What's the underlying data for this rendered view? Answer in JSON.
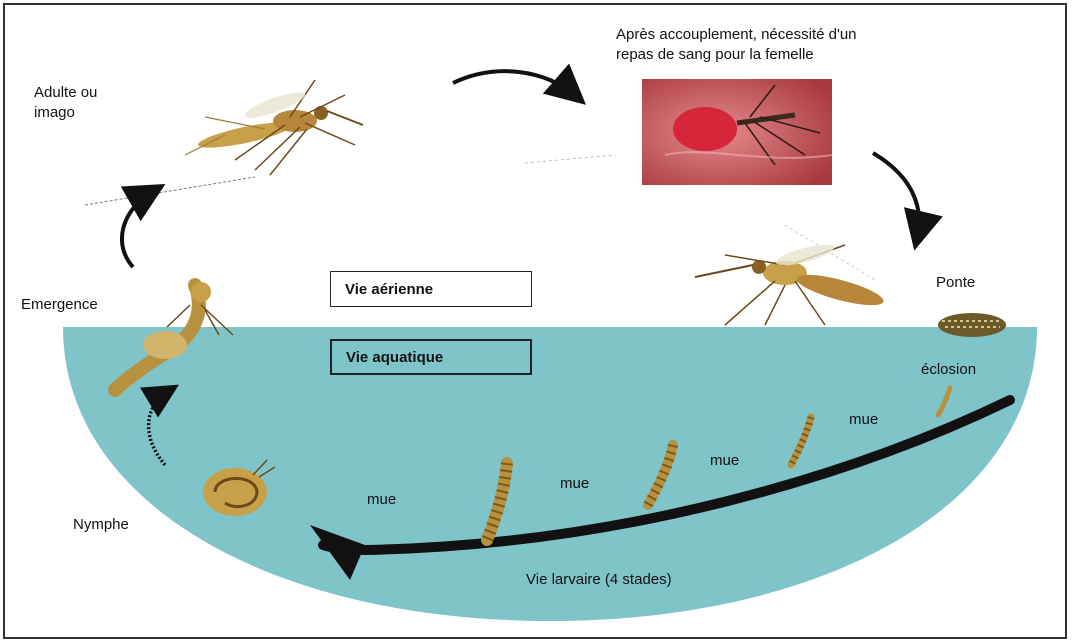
{
  "labels": {
    "adulte": "Adulte ou\nimago",
    "repas": "Après accouplement, nécessité d'un\nrepas de sang pour la femelle",
    "ponte": "Ponte",
    "eclosion": "éclosion",
    "mue": "mue",
    "vie_larvaire": "Vie larvaire (4 stades)",
    "nymphe": "Nymphe",
    "emergence": "Emergence",
    "vie_aerienne": "Vie aérienne",
    "vie_aquatique": "Vie aquatique"
  },
  "colors": {
    "water": "#7fc4c9",
    "arrow": "#111111",
    "frame": "#333333",
    "larva": "#b8913f",
    "mosquito": "#c9a04a",
    "skin": "#c85a5e"
  },
  "icons": [
    "adult-mosquito-icon",
    "blood-meal-photo",
    "egg-laying-mosquito-icon",
    "egg-raft-icon",
    "larva-icon",
    "pupa-icon",
    "emerging-adult-icon"
  ]
}
